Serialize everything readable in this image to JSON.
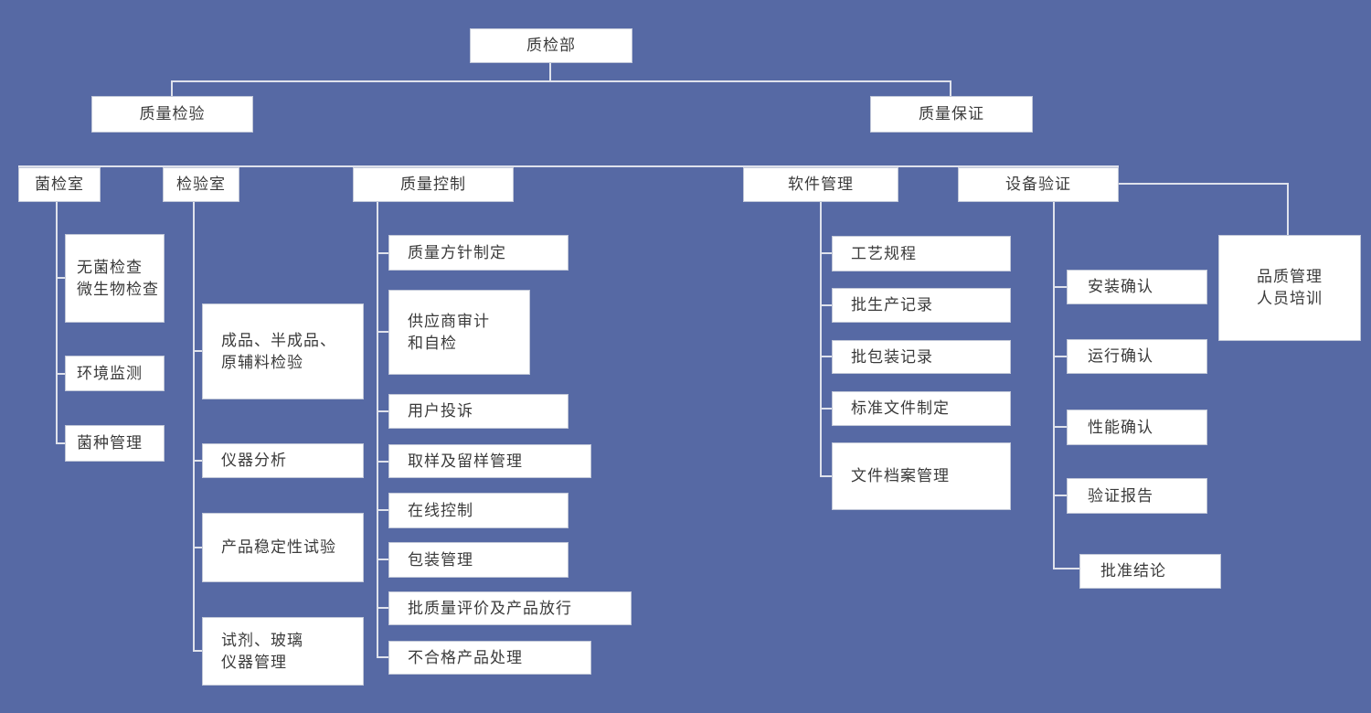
{
  "colors": {
    "background": "#5669a4",
    "box_fill": "#ffffff",
    "connector_line": "#dfe2ec",
    "text": "#3b3b3b"
  },
  "root": {
    "label": "质检部"
  },
  "level2": {
    "quality_inspection": {
      "label": "质量检验"
    },
    "quality_assurance": {
      "label": "质量保证"
    }
  },
  "sections": {
    "bacteria_lab": {
      "label": "菌检室",
      "children": {
        "sterile_check": {
          "line1": "无菌检查",
          "line2": "微生物检查"
        },
        "env_monitoring": {
          "label": "环境监测"
        },
        "strain_mgmt": {
          "label": "菌种管理"
        }
      }
    },
    "testing_lab": {
      "label": "检验室",
      "children": {
        "product_inspection": {
          "line1": "成品、半成品、",
          "line2": "原辅料检验"
        },
        "instrument_analysis": {
          "label": "仪器分析"
        },
        "stability_test": {
          "label": "产品稳定性试验"
        },
        "reagent_glassware": {
          "line1": "试剂、玻璃",
          "line2": "仪器管理"
        }
      }
    },
    "quality_control": {
      "label": "质量控制",
      "children": {
        "quality_policy": {
          "label": "质量方针制定"
        },
        "supplier_audit": {
          "line1": "供应商审计",
          "line2": "和自检"
        },
        "user_complaints": {
          "label": "用户投诉"
        },
        "sampling_retention": {
          "label": "取样及留样管理"
        },
        "online_control": {
          "label": "在线控制"
        },
        "packaging_mgmt": {
          "label": "包装管理"
        },
        "batch_release": {
          "label": "批质量评价及产品放行"
        },
        "nonconforming": {
          "label": "不合格产品处理"
        }
      }
    },
    "software_mgmt": {
      "label": "软件管理",
      "children": {
        "process_regulations": {
          "label": "工艺规程"
        },
        "batch_production_records": {
          "label": "批生产记录"
        },
        "batch_packaging_records": {
          "label": "批包装记录"
        },
        "standard_docs": {
          "label": "标准文件制定"
        },
        "document_archives": {
          "label": "文件档案管理"
        }
      }
    },
    "equipment_validation": {
      "label": "设备验证",
      "children": {
        "installation_q": {
          "label": "安装确认"
        },
        "operation_q": {
          "label": "运行确认"
        },
        "performance_q": {
          "label": "性能确认"
        },
        "validation_report": {
          "label": "验证报告"
        },
        "approval_conclusion": {
          "label": "批准结论"
        }
      }
    },
    "personnel_training": {
      "line1": "品质管理",
      "line2": "人员培训"
    }
  }
}
